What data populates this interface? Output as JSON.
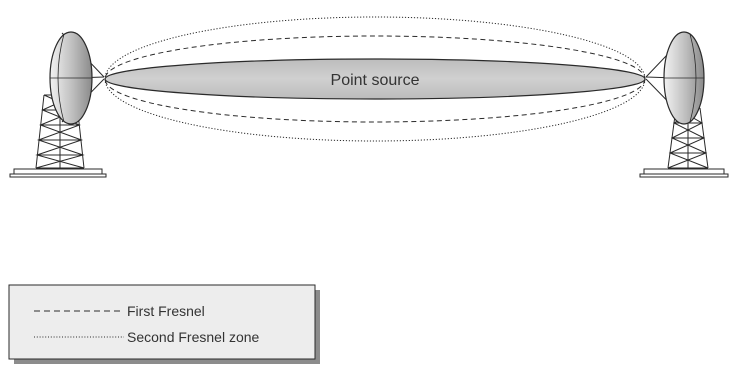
{
  "diagram": {
    "center_label": "Point source",
    "legend": {
      "first_label": "First Fresnel",
      "second_label": "Second Fresnel zone"
    }
  },
  "colors": {
    "ellipse_fill": "#c8c8c8",
    "line": "#2a2a2a",
    "legend_fill": "#ededed",
    "legend_shadow": "#8c8c8c"
  }
}
